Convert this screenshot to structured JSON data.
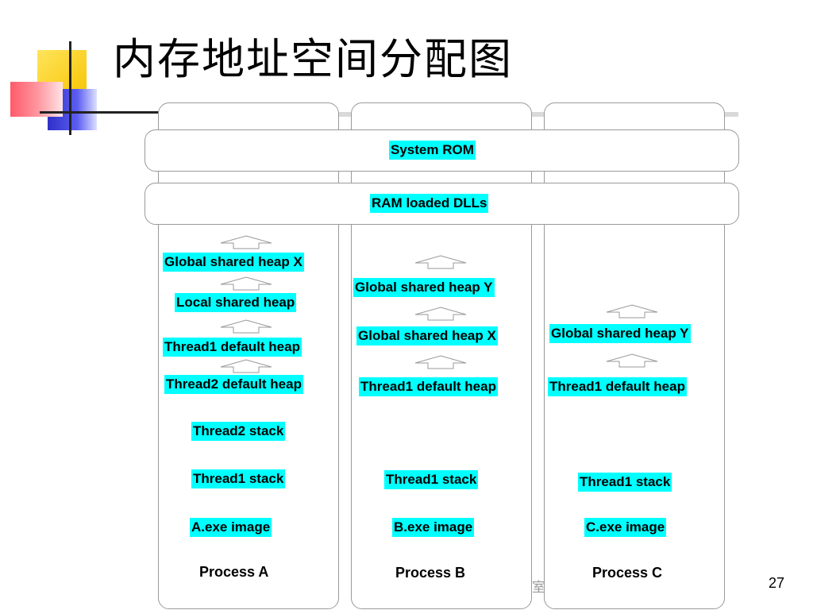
{
  "title": "内存地址空间分配图",
  "page_number": "27",
  "footer_fragment": "室",
  "shared": {
    "system_rom": "System ROM",
    "ram_dlls": "RAM loaded DLLs"
  },
  "process_a": {
    "global_heap_x": "Global shared heap X",
    "local_heap": "Local shared heap",
    "thread1_heap": "Thread1 default heap",
    "thread2_heap": "Thread2 default heap",
    "thread2_stack": "Thread2 stack",
    "thread1_stack": "Thread1 stack",
    "image": "A.exe image",
    "name": "Process A"
  },
  "process_b": {
    "global_heap_y": "Global shared heap Y",
    "global_heap_x": "Global shared heap X",
    "thread1_heap": "Thread1 default heap",
    "thread1_stack": "Thread1 stack",
    "image": "B.exe image",
    "name": "Process B"
  },
  "process_c": {
    "global_heap_y": "Global shared heap Y",
    "thread1_heap": "Thread1 default heap",
    "thread1_stack": "Thread1 stack",
    "image": "C.exe image",
    "name": "Process C"
  },
  "colors": {
    "label_highlight": "#00ffff",
    "border": "#9a9a9a"
  }
}
